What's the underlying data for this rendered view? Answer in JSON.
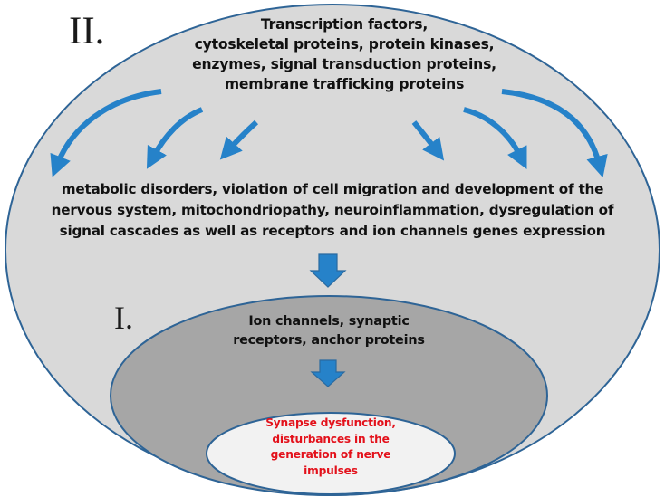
{
  "colors": {
    "outer_fill": "#d9d9d9",
    "middle_fill": "#a6a6a6",
    "inner_fill": "#f2f2f2",
    "ellipse_stroke": "#2e6496",
    "arrow": "#2682c9",
    "arrow_stroke": "#2a6aa0",
    "text": "#111111",
    "outcome_text": "#e3111b"
  },
  "labels": {
    "level_ii": "II.",
    "level_i": "I."
  },
  "level2": {
    "lines": [
      "Transcription factors,",
      "cytoskeletal proteins, protein kinases,",
      "enzymes, signal transduction proteins,",
      "membrane trafficking proteins"
    ]
  },
  "consequences": {
    "lines": [
      "metabolic disorders, violation of cell migration and development of the",
      "nervous system, mitochondriopathy, neuroinflammation, dysregulation of",
      "signal cascades as well as receptors and ion channels genes expression"
    ]
  },
  "level1": {
    "lines": [
      "Ion channels, synaptic",
      "receptors, anchor proteins"
    ]
  },
  "outcome": {
    "lines": [
      "Synapse dysfunction,",
      "disturbances in the",
      "generation of nerve",
      "impulses"
    ]
  },
  "curved_arrows": [
    {
      "name": "arrow-to-left-far",
      "direction": "down-left"
    },
    {
      "name": "arrow-to-left-mid",
      "direction": "down-left"
    },
    {
      "name": "arrow-to-left-near",
      "direction": "down-left"
    },
    {
      "name": "arrow-to-right-near",
      "direction": "down-right"
    },
    {
      "name": "arrow-to-right-mid",
      "direction": "down-right"
    },
    {
      "name": "arrow-to-right-far",
      "direction": "down-right"
    }
  ],
  "block_arrows": [
    {
      "name": "consequences-to-level1-arrow",
      "direction": "down"
    },
    {
      "name": "level1-to-outcome-arrow",
      "direction": "down"
    }
  ]
}
